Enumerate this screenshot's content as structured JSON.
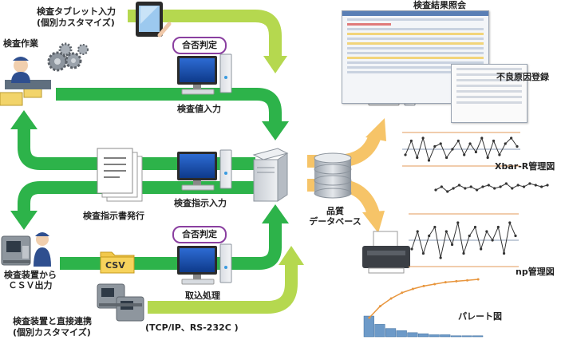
{
  "labels": {
    "tablet_input": "検査タブレット入力",
    "tablet_custom": "(個別カスタマイズ)",
    "inspection_work": "検査作業",
    "pass_fail_top": "合否判定",
    "value_input": "検査値入力",
    "result_inquiry": "検査結果照会",
    "defect_cause": "不良原因登録",
    "instruction_issue": "検査指示書発行",
    "instruction_input": "検査指示入力",
    "quality_db_line1": "品質",
    "quality_db_line2": "データベース",
    "xbar_r": "Xbar-R管理図",
    "pass_fail_bottom": "合否判定",
    "csv_label": "CSV",
    "capture": "取込処理",
    "device_csv_line1": "検査装置から",
    "device_csv_line2": "ＣＳＶ出力",
    "direct_link": "検査装置と直接連携",
    "direct_custom": "(個別カスタマイズ)",
    "protocol": "(TCP/IP、RS-232C )",
    "np_chart": "np管理図",
    "pareto": "パレート図"
  },
  "colors": {
    "green_arrow": "#2db34a",
    "light_green_arrow": "#b5d84f",
    "orange_arrow": "#f6c468",
    "badge_border": "#8a3fa0",
    "chart_line": "#333333",
    "chart_limit": "#e39a5a",
    "pareto_bar": "#6d9ac8",
    "pareto_line": "#e8963e"
  },
  "icons": {
    "tablet": "tablet-icon",
    "worker": "worker-icon",
    "gears": "gears-icon",
    "computer": "computer-icon",
    "server": "server-icon",
    "database": "database-icon",
    "printer": "printer-icon",
    "document": "document-icon",
    "folder": "folder-icon",
    "machine": "inspection-machine-icon"
  },
  "chart_data": [
    {
      "type": "line",
      "values": [
        4,
        9,
        3,
        10,
        2,
        7,
        8,
        3,
        6,
        9,
        4,
        8,
        5,
        10,
        3,
        9,
        4,
        8,
        10,
        7
      ],
      "limits": [
        12,
        6,
        0
      ]
    },
    {
      "type": "line",
      "values": [
        5,
        7,
        4,
        6,
        8,
        6,
        7,
        5,
        7,
        8,
        6,
        7,
        9,
        6,
        8,
        7,
        9,
        8,
        7,
        8
      ]
    },
    {
      "type": "line",
      "values": [
        4,
        8,
        3,
        7,
        9,
        2,
        8,
        5,
        10,
        3,
        7,
        9,
        4,
        8,
        6,
        9,
        3,
        10,
        7
      ],
      "limits": [
        12,
        6,
        0
      ]
    },
    {
      "type": "bar",
      "values": [
        20,
        12,
        8,
        6,
        4,
        3,
        2,
        2,
        1,
        1,
        1
      ],
      "cumulative_line": true
    }
  ]
}
